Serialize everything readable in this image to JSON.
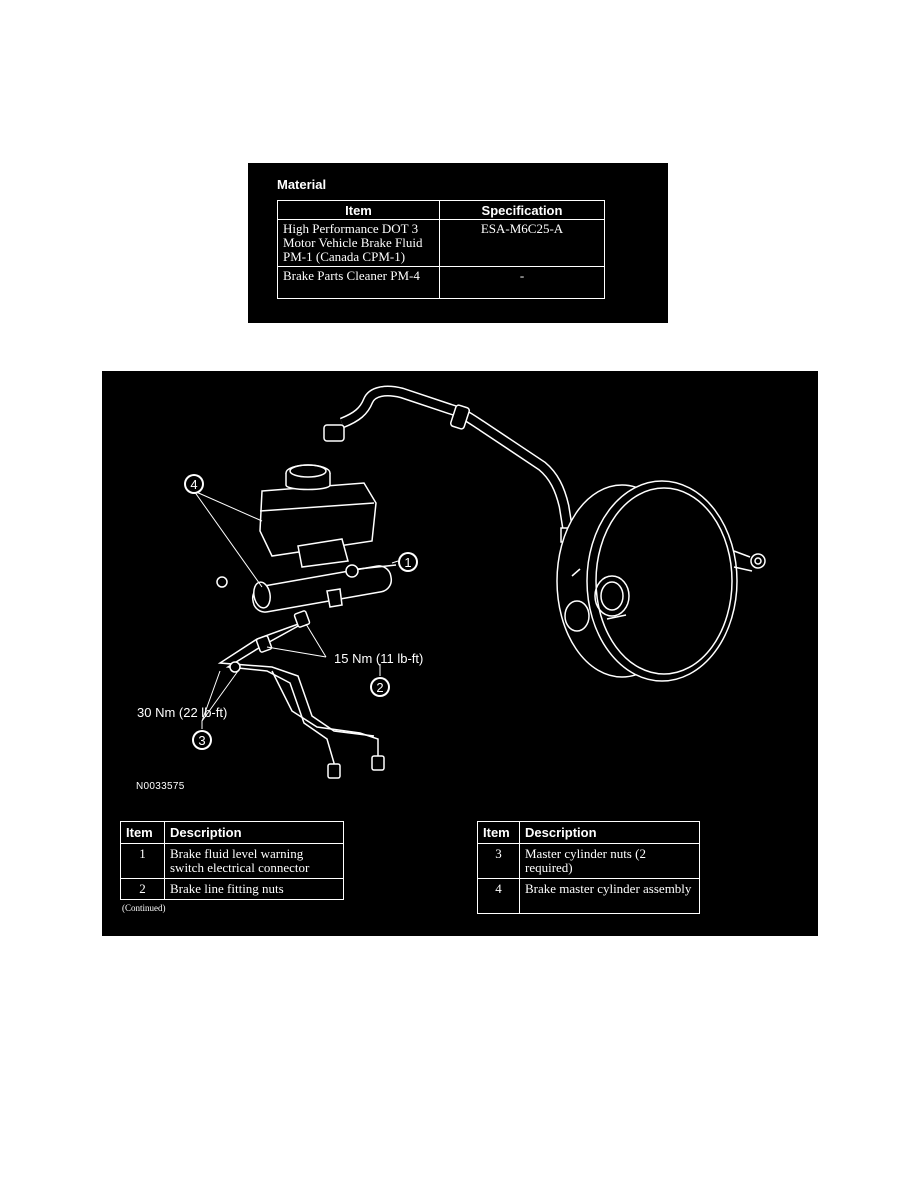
{
  "material": {
    "title": "Material",
    "headers": [
      "Item",
      "Specification"
    ],
    "rows": [
      {
        "item": "High Performance DOT 3 Motor Vehicle Brake Fluid PM-1 (Canada CPM-1)",
        "spec": "ESA-M6C25-A"
      },
      {
        "item": "Brake Parts Cleaner PM-4",
        "spec": "-"
      }
    ]
  },
  "figure": {
    "id": "N0033575",
    "callouts": {
      "c1": "1",
      "c2": "2",
      "c3": "3",
      "c4": "4",
      "torque_15": "15 Nm (11 lb-ft)",
      "torque_30": "30 Nm (22 lb-ft)"
    },
    "legend_headers": [
      "Item",
      "Description"
    ],
    "legend_left": [
      {
        "item": "1",
        "desc": "Brake fluid level warning switch electrical connector"
      },
      {
        "item": "2",
        "desc": "Brake line fitting nuts"
      }
    ],
    "legend_right": [
      {
        "item": "3",
        "desc": "Master cylinder nuts (2 required)"
      },
      {
        "item": "4",
        "desc": "Brake master cylinder assembly"
      }
    ],
    "continued": "(Continued)"
  }
}
